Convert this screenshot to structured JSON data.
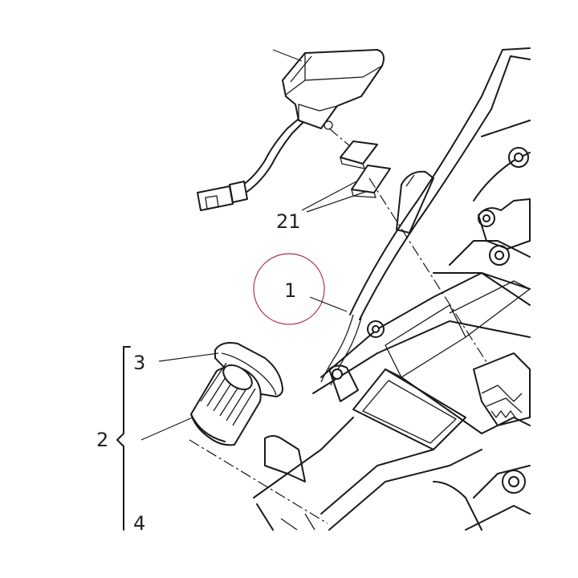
{
  "callouts": {
    "c1": "1",
    "c2": "2",
    "c3": "3",
    "c4": "4",
    "c21": "21"
  },
  "colors": {
    "line": "#1a1a1a",
    "highlight_circle": "#b03050",
    "background": "#ffffff"
  }
}
